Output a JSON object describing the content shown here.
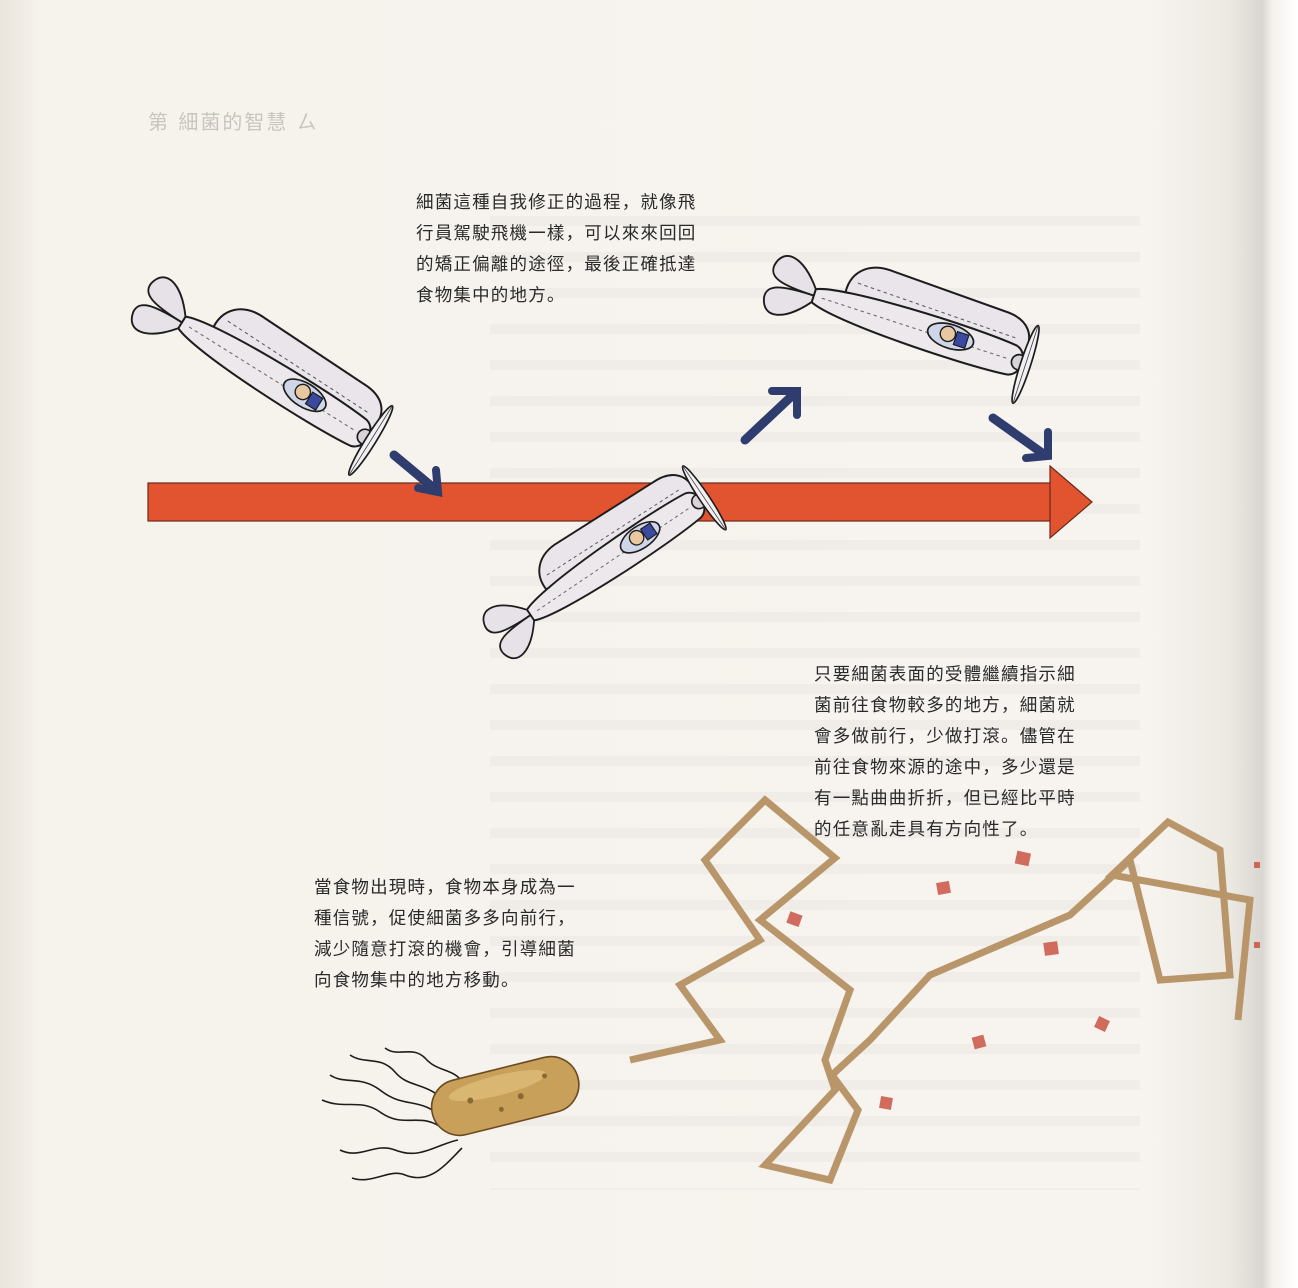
{
  "header": {
    "text": "第  細菌的智慧 ㄙ"
  },
  "captions": {
    "pilot": {
      "lines": [
        "細菌這種自我修正的過程，就像飛",
        "行員駕駛飛機一樣，可以來來回回",
        "的矯正偏離的途徑，最後正確抵達",
        "食物集中的地方。"
      ]
    },
    "receptor": {
      "lines": [
        "只要細菌表面的受體繼續指示細",
        "菌前往食物較多的地方，細菌就",
        "會多做前行，少做打滾。儘管在",
        "前往食物來源的途中，多少還是",
        "有一點曲曲折折，但已經比平時",
        "的任意亂走具有方向性了。"
      ]
    },
    "food": {
      "lines": [
        "當食物出現時，食物本身成為一",
        "種信號，促使細菌多多向前行，",
        "減少隨意打滾的機會，引導細菌",
        "向食物集中的地方移動。"
      ]
    }
  },
  "colors": {
    "course_arrow": "#e2542f",
    "direction_arrow": "#2f3c6e",
    "path_stroke": "#b9966a",
    "food_particle": "#c84a3a",
    "bacterium": "#c9a05a"
  },
  "icons": [
    "airplane-icon",
    "course-arrow-icon",
    "direction-arrow-icon",
    "bacterium-icon",
    "zigzag-path-icon",
    "food-particle-icon"
  ]
}
